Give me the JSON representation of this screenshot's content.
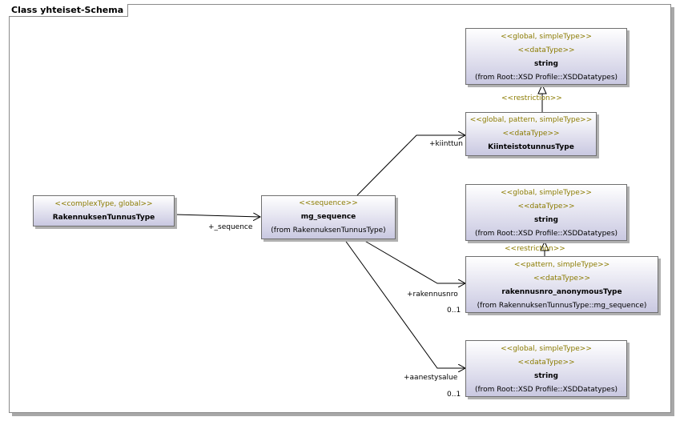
{
  "frame": {
    "title": "Class yhteiset-Schema"
  },
  "classes": {
    "rakennuksen": {
      "stereo": "<<complexType, global>>",
      "name": "RakennuksenTunnusType"
    },
    "mg_sequence": {
      "stereo": "<<sequence>>",
      "name": "mg_sequence",
      "from": "(from RakennuksenTunnusType)"
    },
    "string1": {
      "stereo": "<<global, simpleType>>",
      "stereo2": "<<dataType>>",
      "name": "string",
      "from": "(from Root::XSD Profile::XSDDatatypes)"
    },
    "kiinteisto": {
      "stereo": "<<global, pattern, simpleType>>",
      "stereo2": "<<dataType>>",
      "name": "KiinteistotunnusType"
    },
    "string2": {
      "stereo": "<<global, simpleType>>",
      "stereo2": "<<dataType>>",
      "name": "string",
      "from": "(from Root::XSD Profile::XSDDatatypes)"
    },
    "rakennusnro": {
      "stereo": "<<pattern, simpleType>>",
      "stereo2": "<<dataType>>",
      "name": "rakennusnro_anonymousType",
      "from": "(from RakennuksenTunnusType::mg_sequence)"
    },
    "string3": {
      "stereo": "<<global, simpleType>>",
      "stereo2": "<<dataType>>",
      "name": "string",
      "from": "(from Root::XSD Profile::XSDDatatypes)"
    }
  },
  "labels": {
    "sequence_role": "+_sequence",
    "kiinttun_role": "+kiinttun",
    "rakennusnro_role": "+rakennusnro",
    "rakennusnro_mult": "0..1",
    "aanestysalue_role": "+aanestysalue",
    "aanestysalue_mult": "0..1",
    "restriction1": "<<restriction>>",
    "restriction2": "<<restriction>>"
  }
}
